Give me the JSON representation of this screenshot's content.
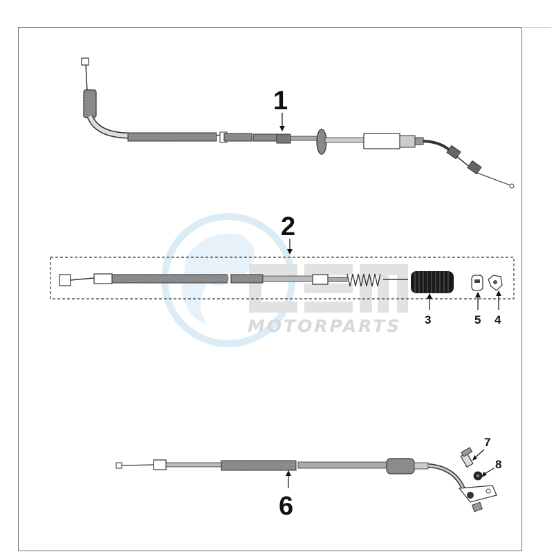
{
  "watermark": {
    "brand_text": "MOTORPARTS",
    "color": "#d6e9f6",
    "mark_color": "#e4e4e4"
  },
  "colors": {
    "frame": "#6d6d6d",
    "cable": "#8a8a8a",
    "cable_dark": "#555555",
    "outline": "#333333",
    "label": "#111111"
  },
  "callouts": [
    {
      "id": "1",
      "label": "1",
      "part": "throttle-cable"
    },
    {
      "id": "2",
      "label": "2",
      "part": "cable-assembly-group"
    },
    {
      "id": "3",
      "label": "3",
      "part": "protective-sleeve"
    },
    {
      "id": "4",
      "label": "4",
      "part": "cable-clip"
    },
    {
      "id": "5",
      "label": "5",
      "part": "bushing"
    },
    {
      "id": "6",
      "label": "6",
      "part": "brake-cable"
    },
    {
      "id": "7",
      "label": "7",
      "part": "bolt"
    },
    {
      "id": "8",
      "label": "8",
      "part": "nut"
    }
  ]
}
